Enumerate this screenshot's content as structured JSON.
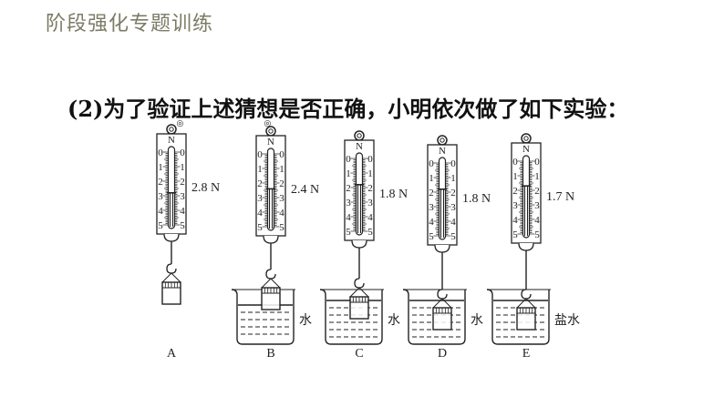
{
  "header": {
    "title": "阶段强化专题训练"
  },
  "question": {
    "parts": [
      "(2)为了验",
      "证",
      "上述猜",
      "想",
      "是否正确，小明依次做了如下实验："
    ]
  },
  "scale": {
    "unit_mark": "N",
    "ticks": [
      "0",
      "1",
      "2",
      "3",
      "4",
      "5"
    ],
    "max_N": 5
  },
  "experiments": [
    {
      "id": "A",
      "label": "A",
      "reading": "2.8 N",
      "value": 2.8,
      "liquid": "",
      "immersion": "none"
    },
    {
      "id": "B",
      "label": "B",
      "reading": "2.4 N",
      "value": 2.4,
      "liquid": "水",
      "immersion": "partial"
    },
    {
      "id": "C",
      "label": "C",
      "reading": "1.8 N",
      "value": 1.8,
      "liquid": "水",
      "immersion": "full-shallow"
    },
    {
      "id": "D",
      "label": "D",
      "reading": "1.8 N",
      "value": 1.8,
      "liquid": "水",
      "immersion": "full-deep"
    },
    {
      "id": "E",
      "label": "E",
      "reading": "1.7 N",
      "value": 1.7,
      "liquid": "盐水",
      "immersion": "full-deep"
    }
  ],
  "colors": {
    "line": "#222222",
    "header": "#7b7b66"
  }
}
